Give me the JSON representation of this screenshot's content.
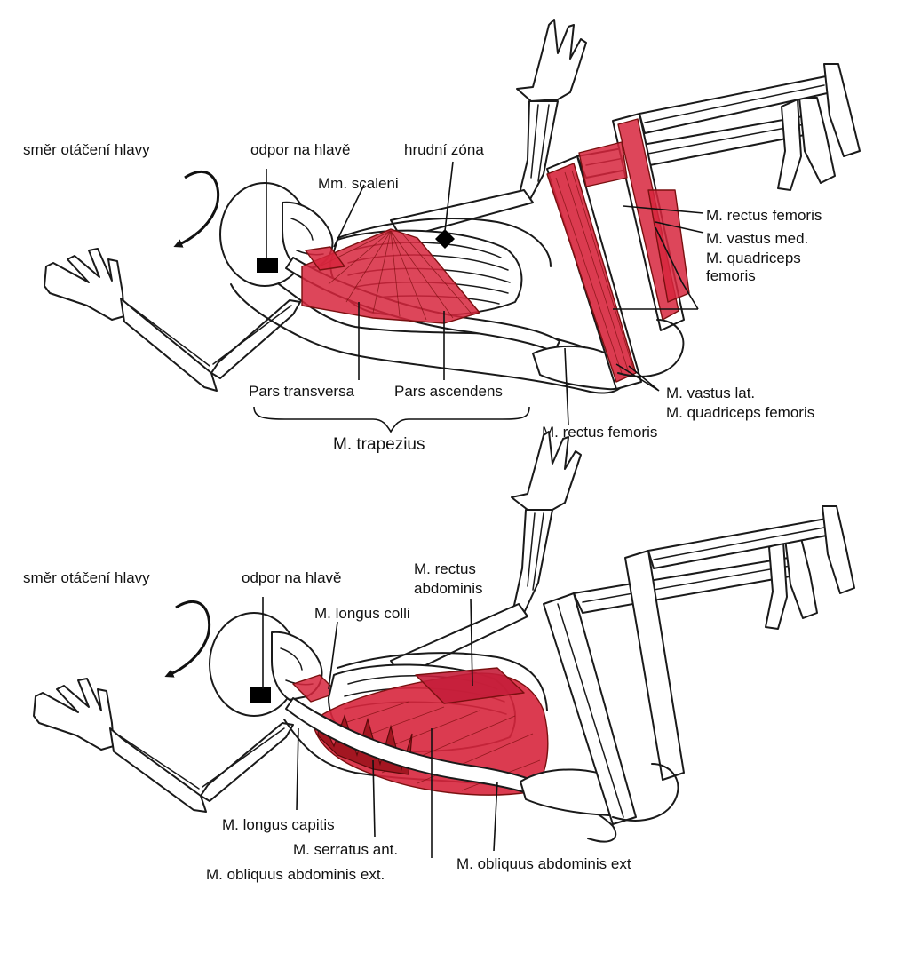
{
  "colors": {
    "muscle": "#d7263d",
    "muscle_dark": "#a31621",
    "outline": "#1a1a1a",
    "background": "#ffffff"
  },
  "top_panel": {
    "labels": {
      "head_rotation": "směr otáčení hlavy",
      "head_resistance": "odpor na hlavě",
      "chest_zone": "hrudní zóna",
      "scaleni": "Mm. scaleni",
      "rectus_femoris_upper": "M. rectus femoris",
      "vastus_med": "M. vastus med.",
      "quadriceps_1": "M. quadriceps",
      "quadriceps_2": "femoris",
      "pars_transversa": "Pars transversa",
      "pars_ascendens": "Pars ascendens",
      "vastus_lat": "M. vastus lat.",
      "quadriceps_femoris": "M. quadriceps femoris",
      "rectus_femoris_lower": "M. rectus femoris",
      "trapezius": "M. trapezius"
    }
  },
  "bottom_panel": {
    "labels": {
      "head_rotation": "směr otáčení hlavy",
      "head_resistance": "odpor na hlavě",
      "rectus_abdominis_1": "M. rectus",
      "rectus_abdominis_2": "abdominis",
      "longus_colli": "M. longus colli",
      "longus_capitis": "M. longus capitis",
      "serratus_ant": "M. serratus ant.",
      "obliquus_ext_dot": "M. obliquus abdominis ext.",
      "obliquus_ext": "M. obliquus abdominis ext"
    }
  },
  "icons": {
    "rotation_arrow": "curved-arrow-icon",
    "resistance_marker": "square-marker-icon",
    "zone_marker": "diamond-marker-icon"
  }
}
